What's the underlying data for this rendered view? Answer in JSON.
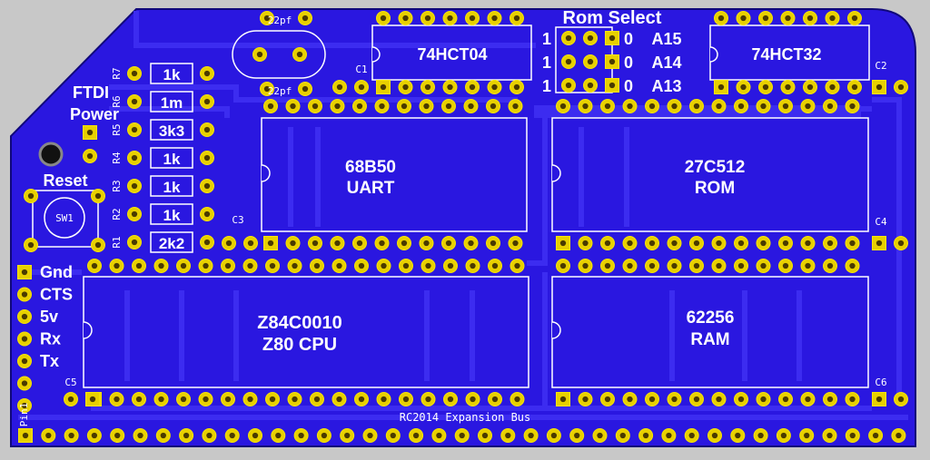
{
  "board": {
    "colors": {
      "background": "#c8c8c8",
      "board": "#2a17e0",
      "board_dark": "#1d0fb5",
      "trace": "#3c2cf0",
      "pad": "#e8d000",
      "pad_ring": "#f6e400",
      "hole": "#4a3b00",
      "silk": "#ffffff"
    },
    "labels": {
      "rom_select": "Rom Select",
      "ftdi": "FTDI",
      "power": "Power",
      "reset": "Reset",
      "sw1": "SW1",
      "expansion_bus": "RC2014 Expansion Bus",
      "pin1": "Pin1"
    },
    "chips": {
      "hct04": "74HCT04",
      "hct32": "74HCT32",
      "uart_part": "68B50",
      "uart_name": "UART",
      "rom_part": "27C512",
      "rom_name": "ROM",
      "cpu_part": "Z84C0010",
      "cpu_name": "Z80 CPU",
      "ram_part": "62256",
      "ram_name": "RAM"
    },
    "capacitors": {
      "c1": "C1",
      "c2": "C2",
      "c3": "C3",
      "c4": "C4",
      "c5": "C5",
      "c6": "C6",
      "crystal_cap_top": "22pf",
      "crystal_cap_bottom": "22pf"
    },
    "resistors": [
      {
        "ref": "R7",
        "value": "1k"
      },
      {
        "ref": "R6",
        "value": "1m"
      },
      {
        "ref": "R5",
        "value": "3k3"
      },
      {
        "ref": "R4",
        "value": "1k"
      },
      {
        "ref": "R3",
        "value": "1k"
      },
      {
        "ref": "R2",
        "value": "1k"
      },
      {
        "ref": "R1",
        "value": "2k2"
      }
    ],
    "rom_jumpers": [
      {
        "one": "1",
        "zero": "0",
        "line": "A15"
      },
      {
        "one": "1",
        "zero": "0",
        "line": "A14"
      },
      {
        "one": "1",
        "zero": "0",
        "line": "A13"
      }
    ],
    "ftdi_pins": [
      "Gnd",
      "CTS",
      "5v",
      "Rx",
      "Tx"
    ]
  }
}
